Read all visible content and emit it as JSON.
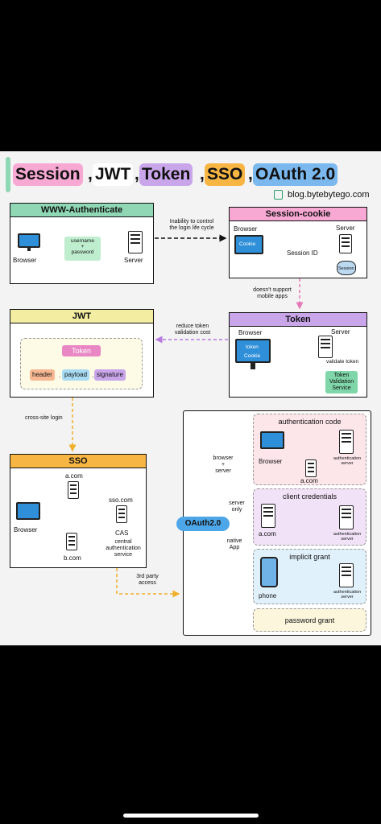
{
  "title": {
    "words": [
      "Session",
      "JWT",
      "Token",
      "SSO",
      "OAuth 2.0"
    ],
    "separator": ","
  },
  "blog": "blog.bytebytego.com",
  "www": {
    "header": "WWW-Authenticate",
    "browser": "Browser",
    "credentials": "username\n+\npassword",
    "server": "Server"
  },
  "session_cookie": {
    "header": "Session-cookie",
    "browser": "Browser",
    "server": "Server",
    "cookie": "Cookie",
    "session_id": "Session ID",
    "session": "Session"
  },
  "notes": {
    "lifecycle": "Inability to control\nthe login life cycle",
    "mobile": "doesn't support\nmobile apps",
    "reduce": "reduce token\nvalidation cost",
    "cross_site": "cross-site login",
    "third_party": "3rd party\naccess"
  },
  "jwt": {
    "header": "JWT",
    "token": "Token",
    "parts": [
      "header",
      "payload",
      "signature"
    ],
    "dot": "."
  },
  "token": {
    "header": "Token",
    "browser": "Browser",
    "server": "Server",
    "token_label": "token",
    "cookie": "Cookie",
    "validate": "validate token",
    "service": "Token\nValidation\nService"
  },
  "sso": {
    "header": "SSO",
    "a": "a.com",
    "b": "b.com",
    "sso": "sso.com",
    "browser": "Browser",
    "cas": "CAS",
    "cas_desc": "central\nauthentication\nservice"
  },
  "oauth": {
    "center": "OAuth2.0",
    "edges": [
      "browser\n+\nserver",
      "server\nonly",
      "native\nApp"
    ],
    "auth_code": {
      "title": "authentication code",
      "browser": "Browser",
      "a": "a.com",
      "server": "authentication\nserver"
    },
    "client_cred": {
      "title": "client credentials",
      "a": "a.com",
      "server": "authentication\nserver"
    },
    "implicit": {
      "title": "implicit grant",
      "phone": "phone",
      "server": "authentication\nserver"
    },
    "password": {
      "title": "password grant"
    }
  },
  "colors": {
    "green": "#8fd7b5",
    "pink": "#f7a8d3",
    "purple": "#c9a6ea",
    "orange": "#f7b644",
    "blue": "#7ab8ee",
    "yellow": "#f2eda0",
    "cookie_blue": "#4e94da"
  }
}
